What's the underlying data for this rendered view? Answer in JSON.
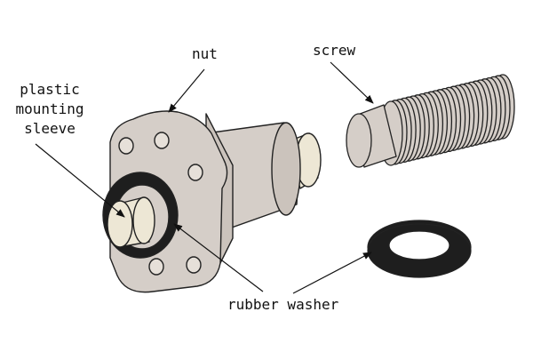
{
  "labels": {
    "nut": "nut",
    "screw": "screw",
    "sleeve_line1": "plastic",
    "sleeve_line2": "mounting",
    "sleeve_line3": "sleeve",
    "washer": "rubber washer"
  },
  "colors": {
    "part_fill": "#d5cec8",
    "part_fill_light": "#e6e0d9",
    "part_dark": "#cbc3bc",
    "sleeve_fill": "#ede7d5",
    "washer": "#1e1e1e",
    "outline": "#222222"
  }
}
